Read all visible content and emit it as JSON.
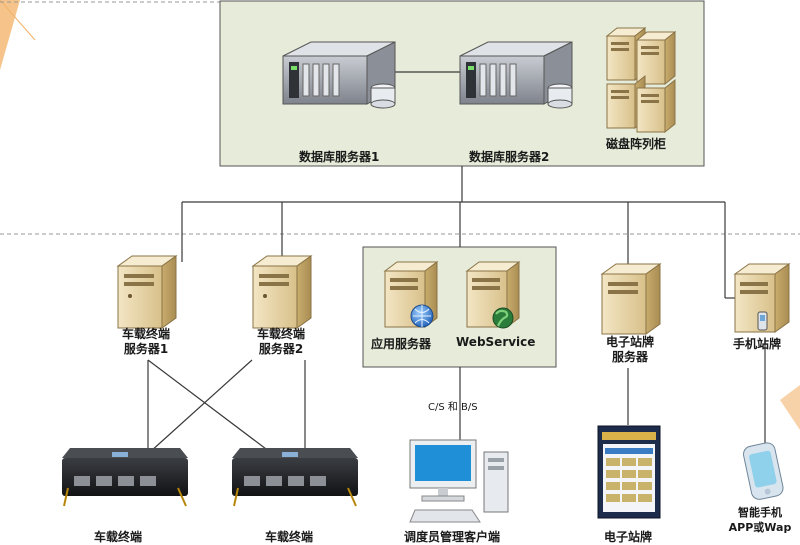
{
  "nodes": {
    "db_server_1": "数据库服务器1",
    "db_server_2": "数据库服务器2",
    "disk_array": "磁盘阵列柜",
    "vehicle_server_1": [
      "车载终端",
      "服务器1"
    ],
    "vehicle_server_2": [
      "车载终端",
      "服务器2"
    ],
    "app_server": "应用服务器",
    "webservice": "WebService",
    "bus_stop_server": [
      "电子站牌",
      "服务器"
    ],
    "mobile_stop": "手机站牌",
    "vehicle_terminal_1": "车载终端",
    "vehicle_terminal_2": "车载终端",
    "dispatcher_client": "调度员管理客户端",
    "e_bus_stop": "电子站牌",
    "smartphone": [
      "智能手机",
      "APP或Wap"
    ]
  },
  "edges": {
    "client_protocol": "C/S 和 B/S"
  },
  "colors": {
    "zone_fill": "#e6ecd9",
    "line": "#3a3a3a",
    "accent_left": "#f2b16a"
  }
}
